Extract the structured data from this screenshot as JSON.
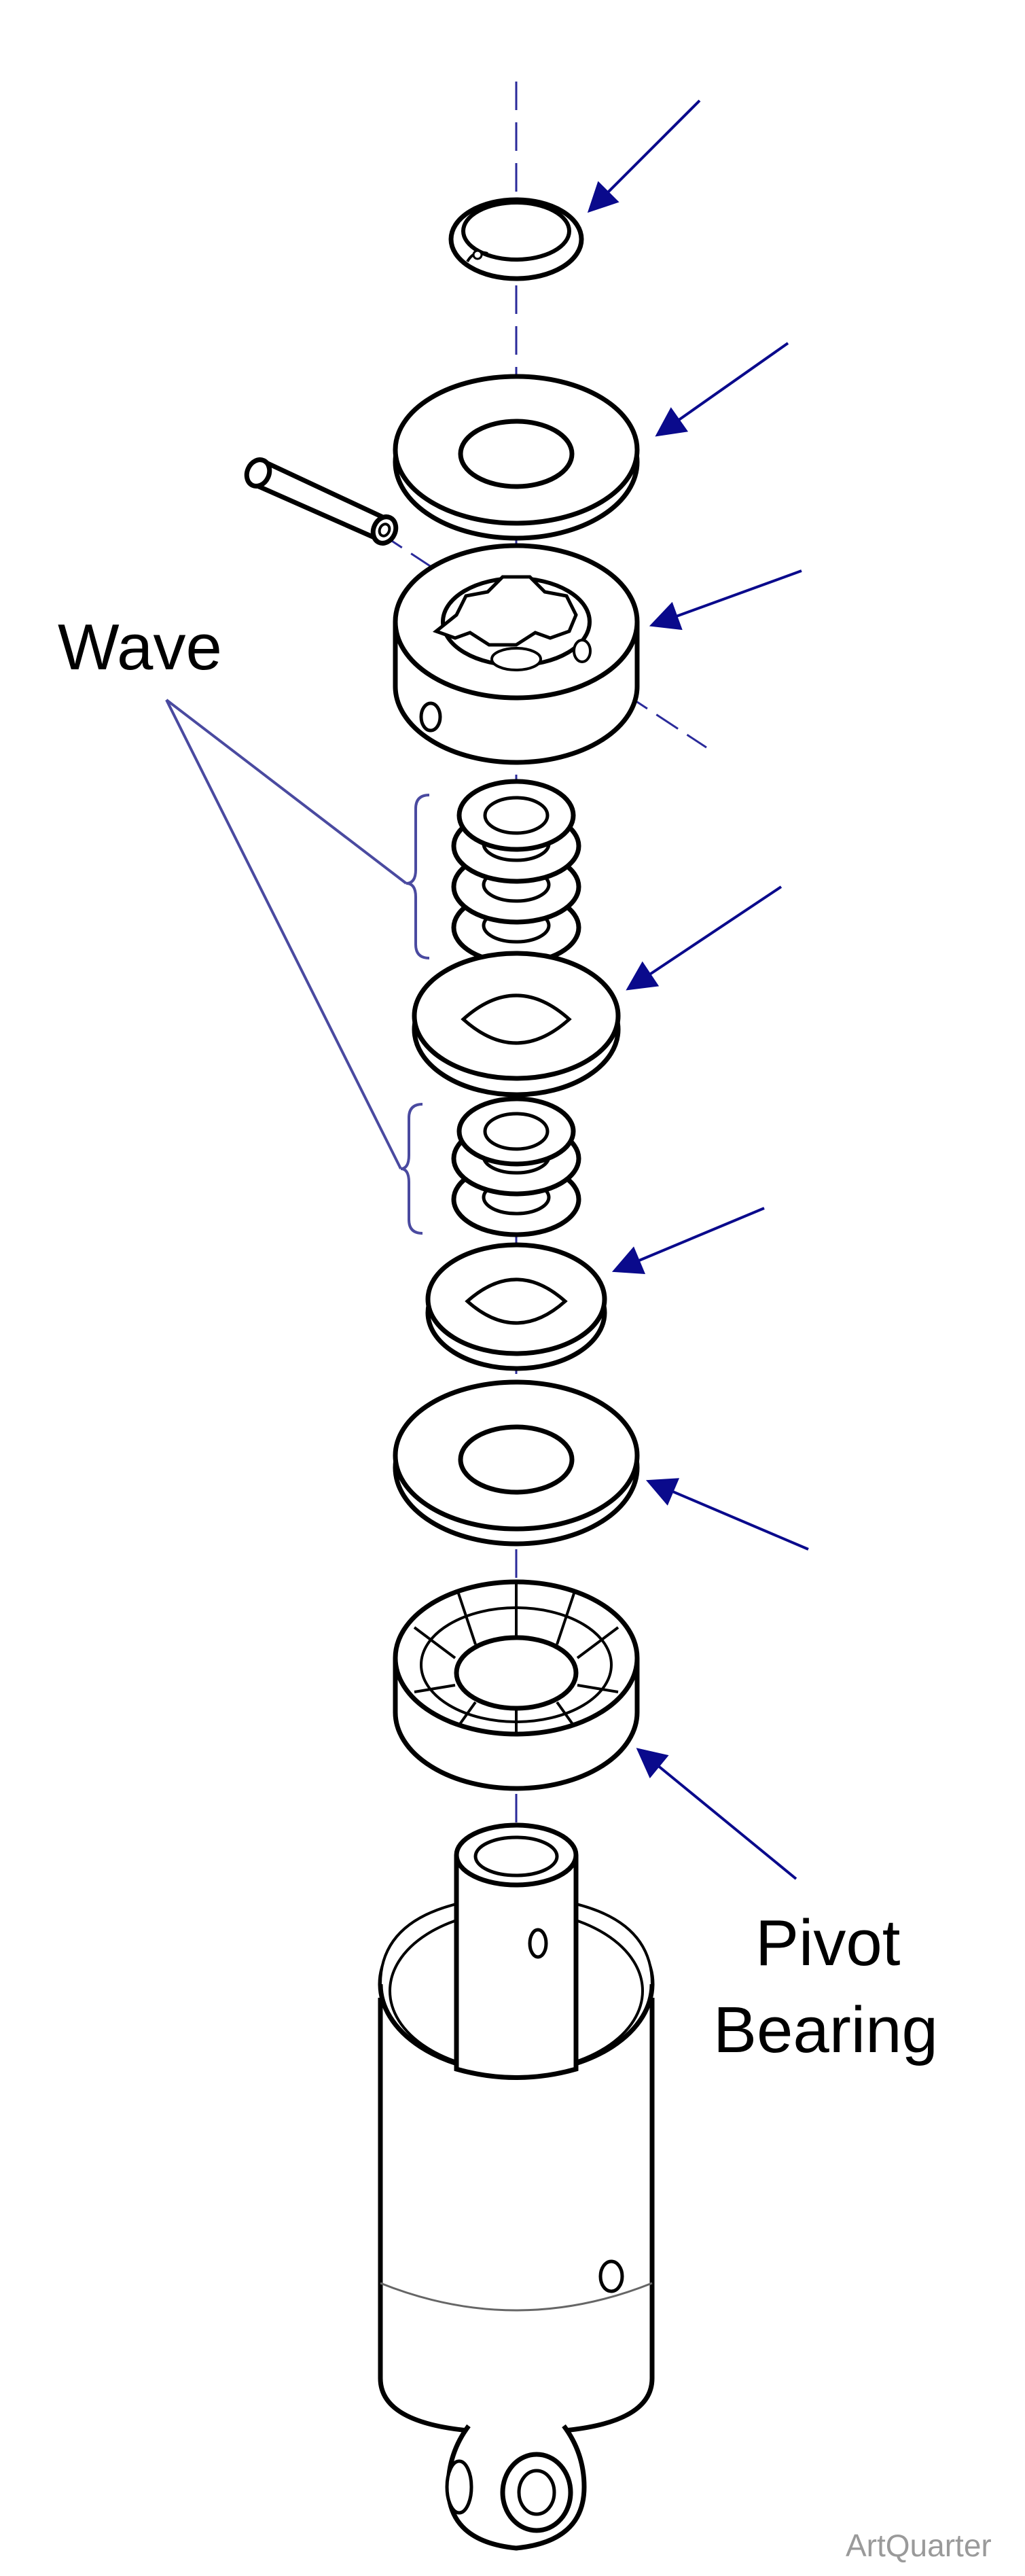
{
  "diagram": {
    "labels": {
      "wave": "Wave",
      "pivot_line1": "Pivot",
      "pivot_line2": "Bearing"
    },
    "credit": "ArtQuarter",
    "colors": {
      "line": "#000000",
      "callout": "#0a0a8c",
      "bracket": "#4a4aa0",
      "axis": "#2a2a9a",
      "credit": "#9a9a9a"
    },
    "parts": [
      "retaining-ring",
      "upper-flat-washer",
      "roll-pin",
      "clutch-hub",
      "upper-wave-washers",
      "middle-flat-washer",
      "lower-wave-washers",
      "spacer-washer",
      "lower-flat-washer",
      "pivot-bearing",
      "pivot-post-housing"
    ]
  }
}
